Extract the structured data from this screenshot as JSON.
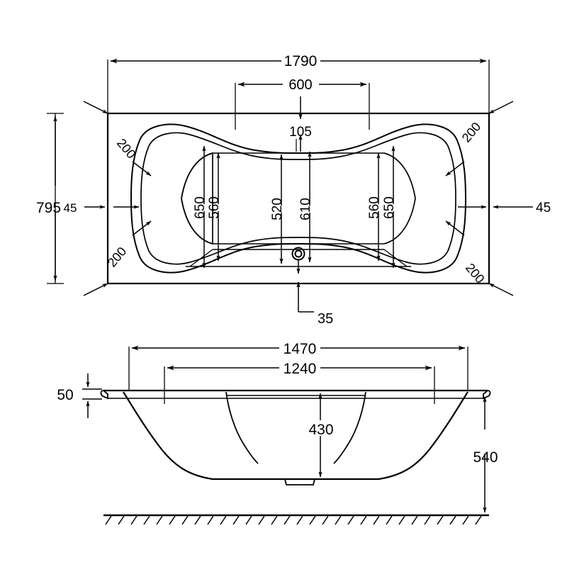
{
  "drawing": {
    "title": "Double-ended bath technical drawing",
    "line_color": "#000000",
    "background_color": "#ffffff",
    "units": "mm"
  },
  "plan_view": {
    "name": "plan-view",
    "overall_length": "1790",
    "overall_width": "795",
    "center_span": "600",
    "center_neck": "105",
    "rim_left": "45",
    "rim_right": "45",
    "waste_offset": "35",
    "radius_top_left": "200",
    "radius_bottom_left": "200",
    "radius_top_right": "200",
    "radius_bottom_right": "200",
    "inner_width_left_outer": "650",
    "inner_width_left_inner": "560",
    "inner_width_center": "520",
    "inner_width_center_inner": "610",
    "inner_width_right_inner": "560",
    "inner_width_right_outer": "650"
  },
  "elevation_view": {
    "name": "elevation-view",
    "rim_thickness": "50",
    "top_inner_length": "1470",
    "base_inner_length": "1240",
    "internal_depth": "430",
    "overall_height": "540"
  }
}
